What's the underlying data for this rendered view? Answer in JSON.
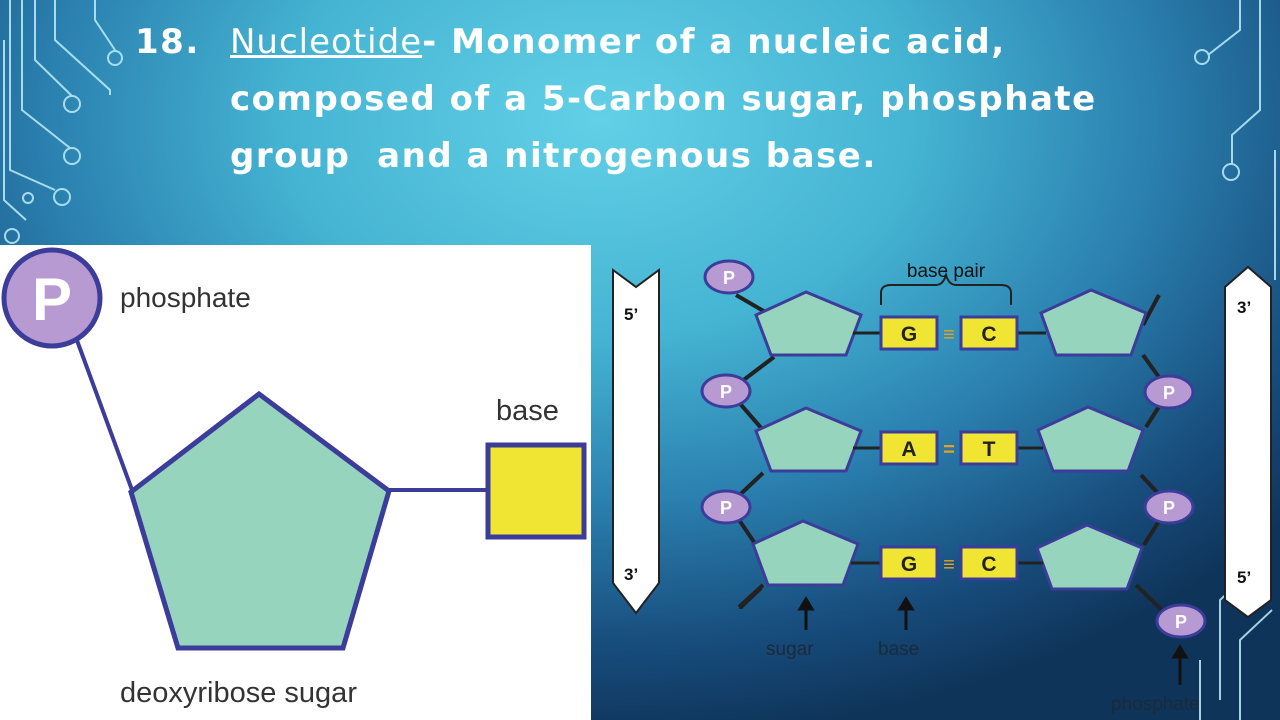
{
  "slide": {
    "number": "18.",
    "term": "Nucleotide",
    "definition_rest": "- Monomer of a nucleic acid,",
    "line2": "composed of a 5-Carbon sugar, phosphate",
    "line3": "group  and a nitrogenous base."
  },
  "nucleotide_diagram": {
    "phosphate_symbol": "P",
    "phosphate_label": "phosphate",
    "base_label": "base",
    "sugar_label": "deoxyribose sugar"
  },
  "dna_diagram": {
    "left_strand_top": "5’",
    "left_strand_bottom": "3’",
    "right_strand_top": "3’",
    "right_strand_bottom": "5’",
    "base_pair_label": "base pair",
    "phosphate_symbol": "P",
    "pairs": [
      {
        "left": "G",
        "right": "C",
        "bond": "≡"
      },
      {
        "left": "A",
        "right": "T",
        "bond": "="
      },
      {
        "left": "G",
        "right": "C",
        "bond": "≡"
      }
    ],
    "sugar_label": "sugar",
    "base_label": "base",
    "phosphate_label": "phosphate"
  },
  "colors": {
    "sugar_fill": "#96d4be",
    "sugar_stroke": "#3c3c9a",
    "phosphate_fill": "#b89ad2",
    "base_fill": "#f0e532",
    "title_text": "#ffffff"
  }
}
